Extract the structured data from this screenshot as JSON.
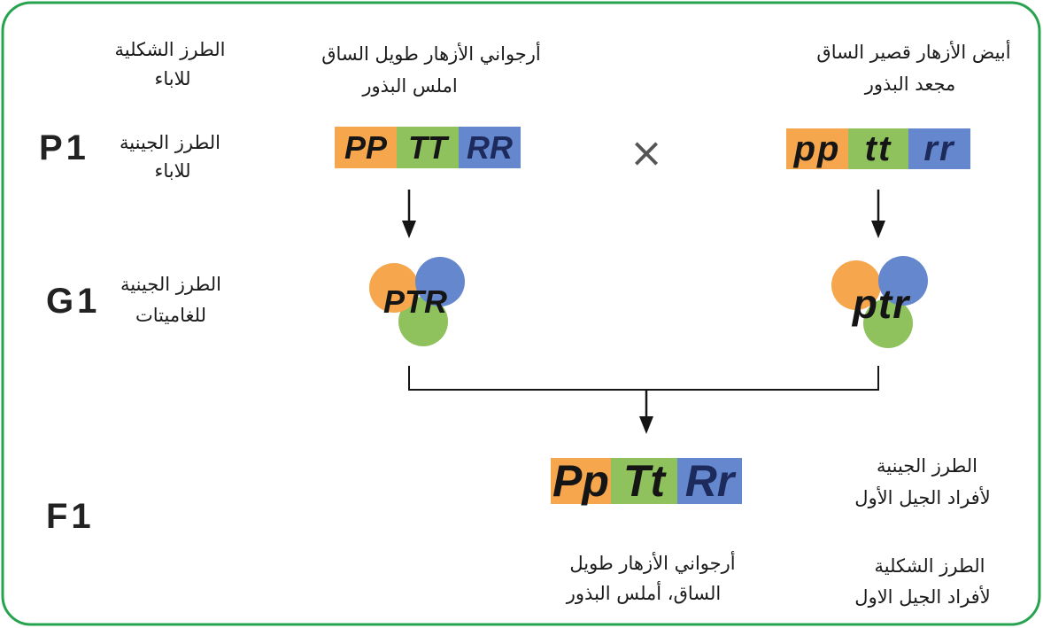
{
  "colors": {
    "border": "#27a34f",
    "orange": "#f6a74d",
    "green": "#8fc25d",
    "blue": "#6487cd",
    "ink": "#151515",
    "navy": "#1c2a5c",
    "muted": "#555555"
  },
  "header": {
    "phenotype_label": [
      "الطرز الشكلية",
      "للاباء"
    ],
    "parent1_phenotype": [
      "أرجواني الأزهار طويل الساق",
      "املس البذور"
    ],
    "parent2_phenotype": [
      "أبيض الأزهار قصير الساق",
      "مجعد البذور"
    ]
  },
  "p1": {
    "generation": "P1",
    "genotype_label": [
      "الطرز الجينية",
      "للاباء"
    ],
    "parent1_alleles": [
      "PP",
      "TT",
      "RR"
    ],
    "parent2_alleles": [
      "pp",
      "tt",
      "rr"
    ],
    "cross_symbol": "×"
  },
  "g1": {
    "generation": "G1",
    "genotype_label": [
      "الطرز الجينية",
      "للغاميتات"
    ],
    "parent1_gamete": "PTR",
    "parent2_gamete": "ptr"
  },
  "f1": {
    "generation": "F1",
    "alleles": [
      "Pp",
      "Tt",
      "Rr"
    ],
    "genotype_label": [
      "الطرز الجينية",
      "لأفراد الجيل الأول"
    ],
    "phenotype": [
      "أرجواني الأزهار طويل",
      "الساق، أملس البذور"
    ],
    "phenotype_label": [
      "الطرز الشكلية",
      "لأفراد الجيل الاول"
    ]
  }
}
